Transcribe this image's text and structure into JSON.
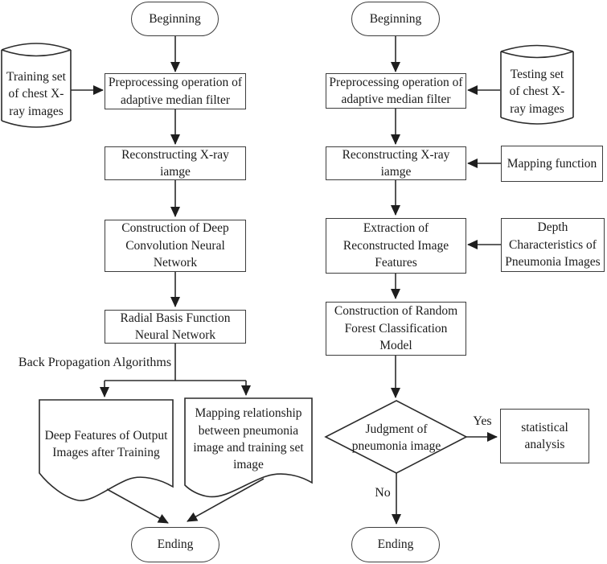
{
  "diagram": {
    "left_flow": {
      "beginning": "Beginning",
      "train_db": "Training set\nof chest X-\nray images",
      "preprocessing": "Preprocessing operation of\nadaptive median filter",
      "reconstructing": "Reconstructing X-ray\niamge",
      "cnn": "Construction of Deep\nConvolution Neural\nNetwork",
      "rbf": "Radial Basis Function\nNeural Network",
      "backprop_label": "Back Propagation Algorithms",
      "doc_deep_features": "Deep Features of Output\nImages after Training",
      "doc_mapping_rel": "Mapping relationship\nbetween pneumonia\nimage and training set\nimage",
      "ending": "Ending"
    },
    "right_flow": {
      "beginning": "Beginning",
      "test_db": "Testing set\nof chest X-\nray images",
      "preprocessing": "Preprocessing operation of\nadaptive median filter",
      "reconstructing": "Reconstructing X-ray\niamge",
      "mapping_function": "Mapping function",
      "extraction": "Extraction of\nReconstructed Image\nFeatures",
      "depth_characteristics": "Depth\nCharacteristics of\nPneumonia Images",
      "random_forest": "Construction of Random\nForest Classification\nModel",
      "judgment": "Judgment of\npneumonia image",
      "statistical": "statistical\nanalysis",
      "yes_label": "Yes",
      "no_label": "No",
      "ending": "Ending"
    },
    "colors": {
      "stroke": "#2b2b2b",
      "border": "#3d3d3d",
      "text": "#1b1b1b",
      "background": "#ffffff"
    }
  }
}
